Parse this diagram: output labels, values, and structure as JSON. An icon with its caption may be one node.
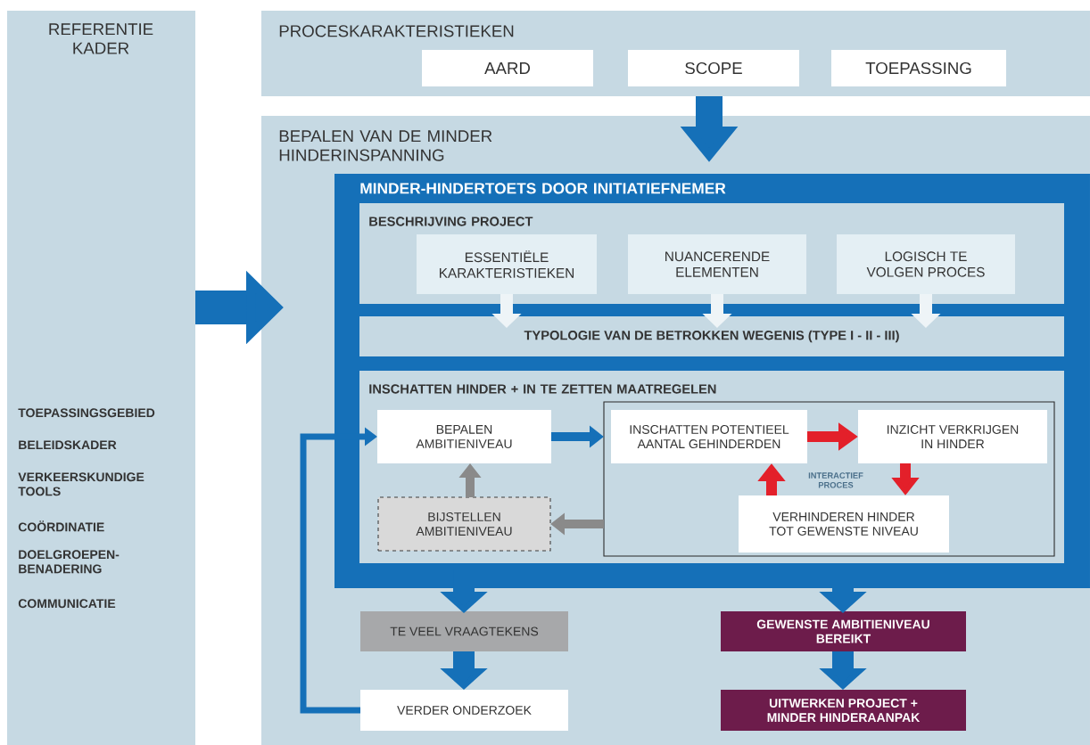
{
  "diagram": {
    "nodes": [
      {
        "text": [
          "REFERENTIE KADER"
        ]
      },
      {
        "text": [
          "PROCESKARAKTERISTIEKEN"
        ]
      },
      {
        "text": [
          "AARD"
        ],
        "in": 1
      },
      {
        "text": [
          "SCOPE"
        ],
        "in": 1
      },
      {
        "text": [
          "TOEPASSING"
        ],
        "in": 1
      },
      {
        "text": [
          "BEPALEN VAN DE MINDER HINDERINSPANNING"
        ]
      },
      {
        "text": [
          "MINDER-HINDERTOETS DOOR INITIATIEFNEMER"
        ],
        "in": 5
      },
      {
        "text": [
          "BESCHRIJVING PROJECT"
        ],
        "in": 6
      },
      {
        "text": [
          "ESSENTIËLE KARAKTERISTIEKEN"
        ],
        "in": 7
      },
      {
        "text": [
          "NUANCERENDE ELEMENTEN"
        ],
        "in": 7
      },
      {
        "text": [
          "LOGISCH TE VOLGEN PROCES"
        ],
        "in": 7
      },
      {
        "text": [
          "TYPOLOGIE VAN DE BETROKKEN WEGENIS (TYPE I - II - III)"
        ],
        "in": 6
      },
      {
        "text": [
          "INSCHATTEN HINDER + IN TE ZETTEN MAATREGELEN"
        ],
        "in": 6
      },
      {
        "text": [
          "BEPALEN AMBITIENIVEAU"
        ],
        "in": 12
      },
      {
        "text": [
          "BIJSTELLEN AMBITIENIVEAU"
        ],
        "in": 12
      },
      {
        "text": [],
        "shape": "box",
        "in": 12
      },
      {
        "text": [
          "INSCHATTEN POTENTIEEL AANTAL GEHINDERDEN"
        ],
        "in": 15
      },
      {
        "text": [
          "INZICHT VERKRIJGEN IN HINDER"
        ],
        "in": 15
      },
      {
        "text": [
          "VERHINDEREN HINDER TOT GEWENSTE NIVEAU"
        ],
        "in": 15
      },
      {
        "text": [
          "TE VEEL VRAAGTEKENS"
        ],
        "in": 5
      },
      {
        "text": [
          "VERDER ONDERZOEK"
        ],
        "in": 5
      },
      {
        "text": [
          "GEWENSTE AMBITIENIVEAU BEREIKT"
        ],
        "in": 5
      },
      {
        "text": [
          "UITWERKEN PROJECT + MINDER HINDERAANPAK"
        ],
        "in": 5
      }
    ],
    "edges": [
      {
        "from": 0,
        "to": 5,
        "arrow": "to",
        "style": "thick"
      },
      {
        "from": 1,
        "to": 5,
        "arrow": "to",
        "style": "thick"
      },
      {
        "from": 8,
        "to": 11,
        "arrow": "to",
        "color": "#eef4f7"
      },
      {
        "from": 9,
        "to": 11,
        "arrow": "to",
        "color": "#eef4f7"
      },
      {
        "from": 10,
        "to": 11,
        "arrow": "to",
        "color": "#eef4f7"
      },
      {
        "from": 13,
        "to": 15,
        "arrow": "to"
      },
      {
        "from": 16,
        "to": 17,
        "arrow": "to",
        "color": "#e3202a"
      },
      {
        "from": 17,
        "to": 18,
        "arrow": "to",
        "color": "#e3202a"
      },
      {
        "from": 18,
        "to": 16,
        "arrow": "to",
        "color": "#e3202a"
      },
      {
        "from": 15,
        "to": 14,
        "arrow": "to",
        "color": "#8a8a8a"
      },
      {
        "from": 14,
        "to": 13,
        "arrow": "to",
        "color": "#8a8a8a"
      },
      {
        "from": 6,
        "to": 19,
        "arrow": "to"
      },
      {
        "from": 6,
        "to": 21,
        "arrow": "to"
      },
      {
        "from": 19,
        "to": 20,
        "arrow": "to"
      },
      {
        "from": 21,
        "to": 22,
        "arrow": "to"
      },
      {
        "from": 20,
        "to": 13,
        "arrow": "to"
      }
    ],
    "labels": [
      "TOEPASSINGSGEBIED",
      "BELEIDSKADER",
      "VERKEERSKUNDIGE TOOLS",
      "COÖRDINATIE",
      "DOELGROEPEN-BENADERING",
      "COMMUNICATIE",
      "INTERACTIEF PROCES"
    ]
  }
}
